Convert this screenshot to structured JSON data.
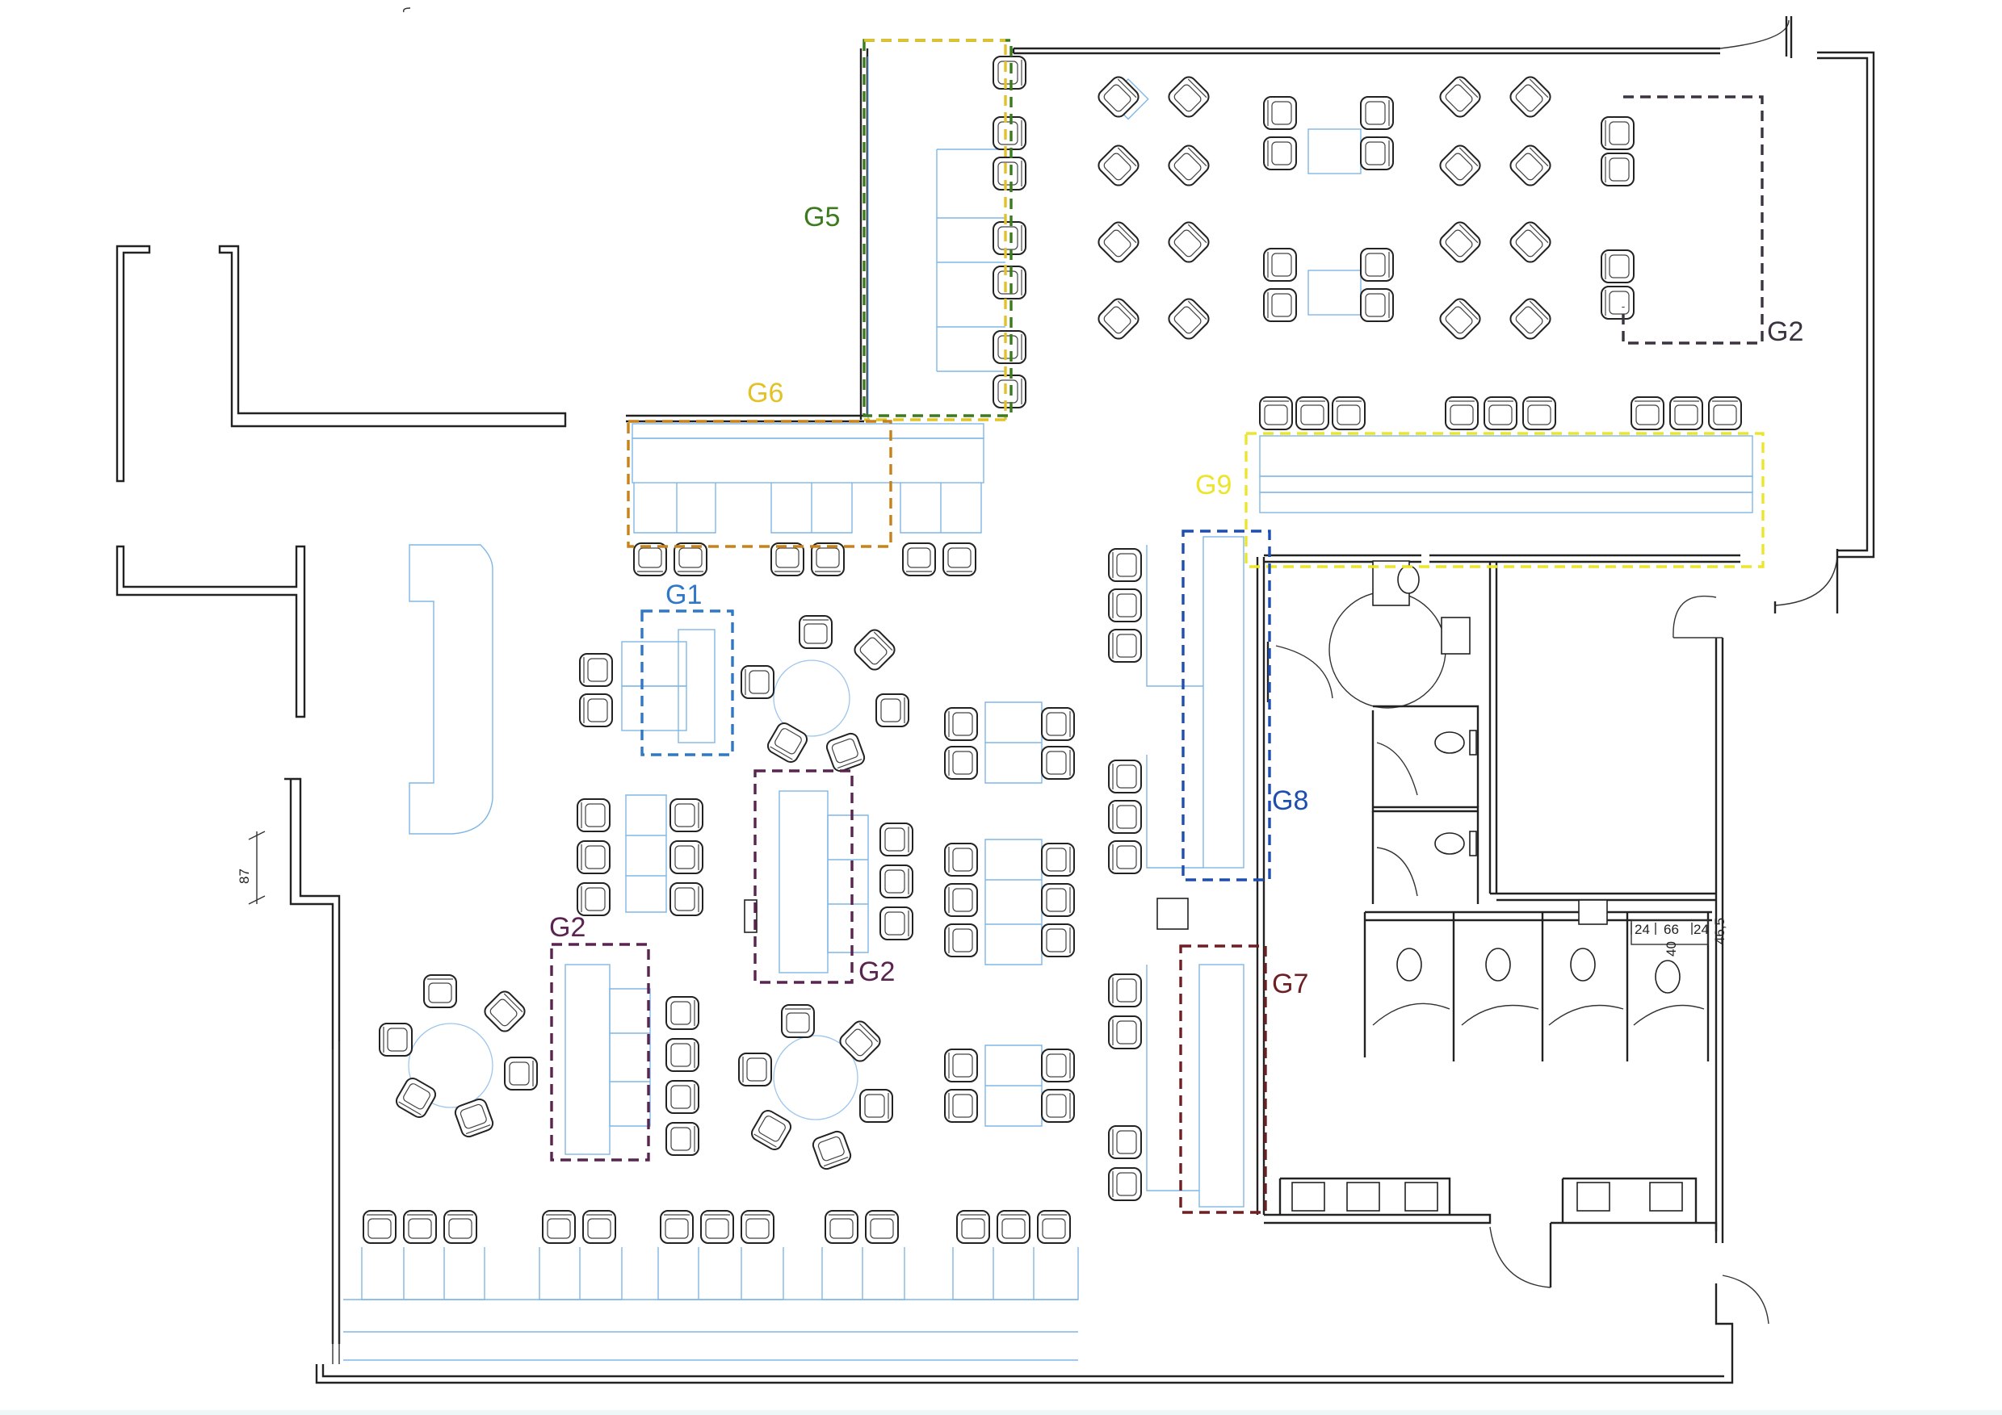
{
  "zones": [
    {
      "id": "g5",
      "label": "G5",
      "color": "#3c7a1e"
    },
    {
      "id": "g6",
      "label": "G6",
      "color": "#e2c226"
    },
    {
      "id": "g6-inner",
      "label": "",
      "color": "#c7821a"
    },
    {
      "id": "g1",
      "label": "G1",
      "color": "#2f78c8"
    },
    {
      "id": "g2-top",
      "label": "G2",
      "color": "#3b3340"
    },
    {
      "id": "g2-center",
      "label": "G2",
      "color": "#5a2350"
    },
    {
      "id": "g2-left",
      "label": "G2",
      "color": "#5a2350"
    },
    {
      "id": "g9",
      "label": "G9",
      "color": "#ece52a"
    },
    {
      "id": "g8",
      "label": "G8",
      "color": "#1e4fae"
    },
    {
      "id": "g7",
      "label": "G7",
      "color": "#6e1f24"
    }
  ],
  "dimensions": {
    "left_wall": "87",
    "wc_24a": "24",
    "wc_66": "66",
    "wc_24b": "24",
    "wc_46_5": "46,5",
    "wc_40": "40"
  },
  "colors": {
    "wall": "#222222",
    "furniture_outline": "#7fb6e6",
    "chair": "#222222"
  }
}
